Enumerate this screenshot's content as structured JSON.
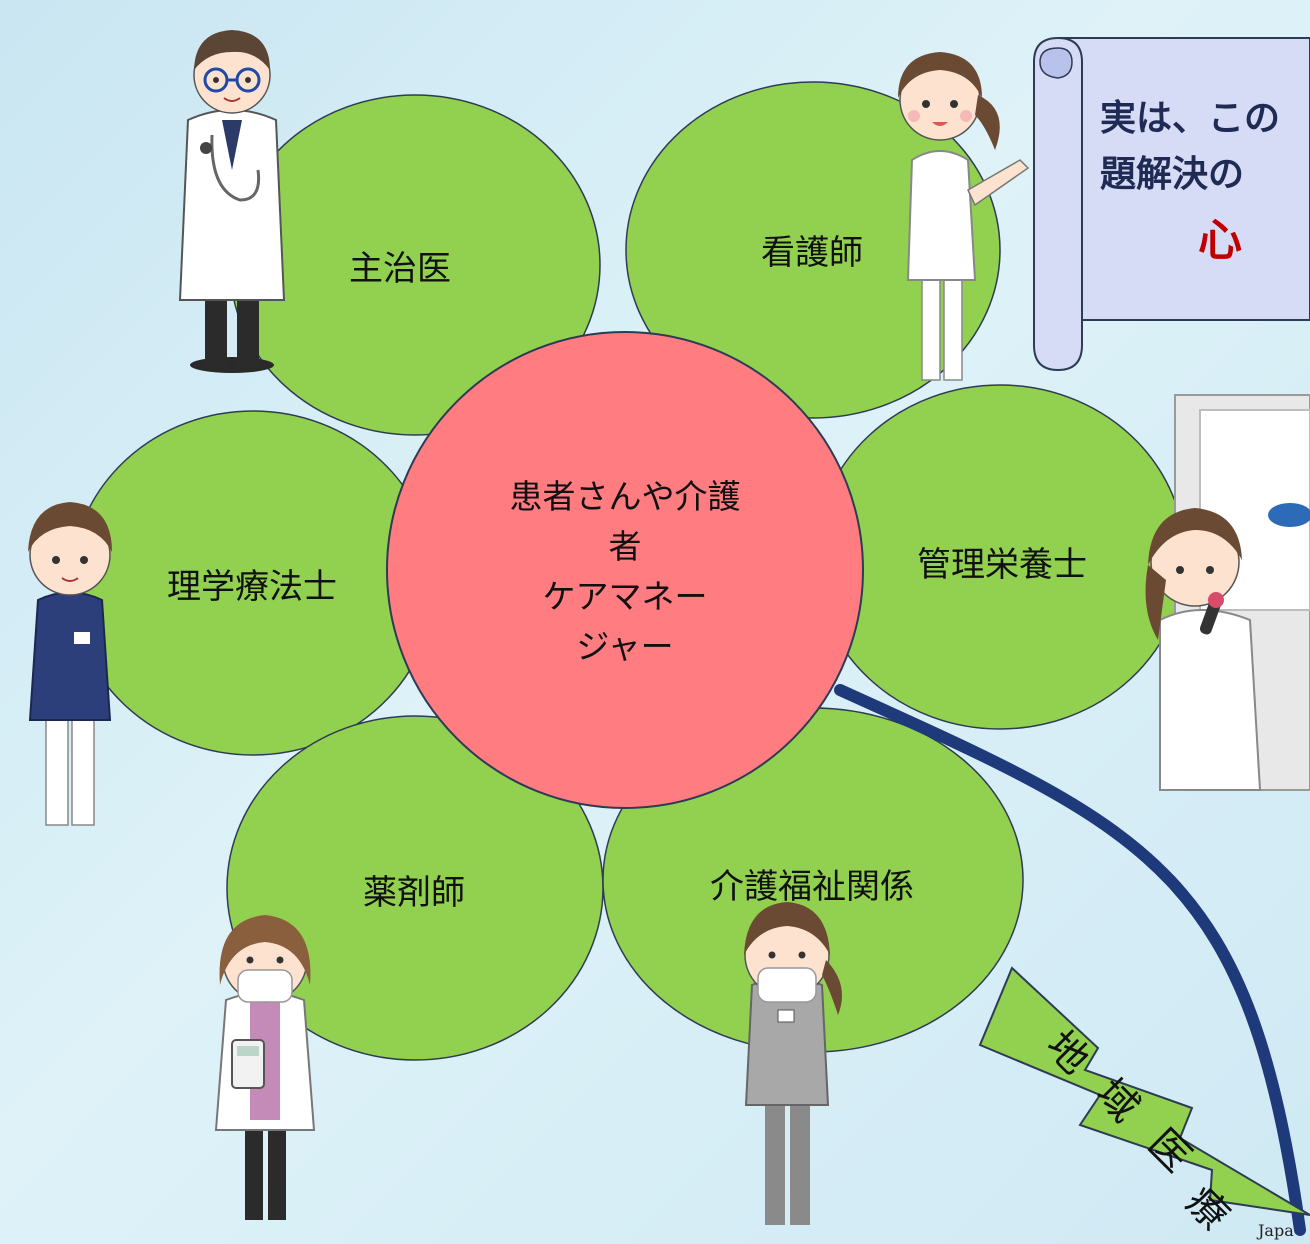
{
  "petals": {
    "doctor": "主治医",
    "nurse": "看護師",
    "dietitian": "管理栄養士",
    "physio": "理学療法士",
    "pharmacist": "薬剤師",
    "care_welfare": "介護福祉関係"
  },
  "center": {
    "line1": "患者さんや介護",
    "line2": "者",
    "line3": "ケアマネー",
    "line4": "ジャー"
  },
  "scroll": {
    "line1": "実は、この",
    "line2": "題解決の",
    "line3": "心"
  },
  "bolt": {
    "chars": [
      "地",
      "域",
      "医",
      "療"
    ]
  },
  "footer": {
    "text": "Japa"
  },
  "colors": {
    "petal": "#92d050",
    "center": "#ff7c80",
    "scroll_fill": "#d6dcf5",
    "scroll_text": "#1f2a55",
    "scroll_accent": "#c00000",
    "arrow": "#1f3a7a"
  }
}
